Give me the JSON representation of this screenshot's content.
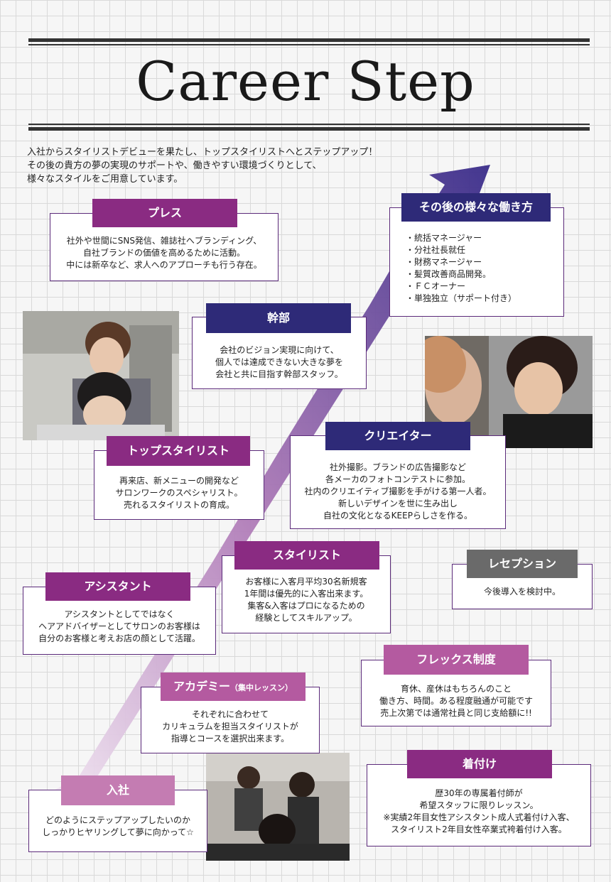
{
  "title": "Career Step",
  "intro": [
    "入社からスタイリストデビューを果たし、トップスタイリストへとステップアップ！",
    "その後の貴方の夢の実現のサポートや、働きやすい環境づくりとして、",
    "様々なスタイルをご用意しています。"
  ],
  "cards": {
    "press": {
      "label": "プレス",
      "lines": [
        "社外や世間にSNS発信、雑誌社へブランディング、",
        "自社ブランドの価値を高めるために活動。",
        "中には新卒など、求人へのアプローチも行う存在。"
      ]
    },
    "after": {
      "label": "その後の様々な働き方",
      "lines": [
        "・統括マネージャー",
        "・分社社長就任",
        "・財務マネージャー",
        "・髪質改善商品開発。",
        "・ＦＣオーナー",
        "・単独独立（サポート付き）"
      ]
    },
    "kanbu": {
      "label": "幹部",
      "lines": [
        "会社のビジョン実現に向けて、",
        "個人では達成できない大きな夢を",
        "会社と共に目指す幹部スタッフ。"
      ]
    },
    "top": {
      "label": "トップスタイリスト",
      "lines": [
        "再来店、新メニューの開発など",
        "サロンワークのスペシャリスト。",
        "売れるスタイリストの育成。"
      ]
    },
    "creator": {
      "label": "クリエイター",
      "lines": [
        "社外撮影。ブランドの広告撮影など",
        "各メーカのフォトコンテストに参加。",
        "社内のクリエイティブ撮影を手がける第一人者。",
        "新しいデザインを世に生み出し",
        "自社の文化となるKEEPらしさを作る。"
      ]
    },
    "stylist": {
      "label": "スタイリスト",
      "lines": [
        "お客様に入客月平均30名新規客",
        "1年間は優先的に入客出来ます。",
        "集客&入客はプロになるための",
        "経験としてスキルアップ。"
      ]
    },
    "reception": {
      "label": "レセプション",
      "lines": [
        "今後導入を検討中。"
      ]
    },
    "assistant": {
      "label": "アシスタント",
      "lines": [
        "アシスタントとしてではなく",
        "ヘアアドバイザーとしてサロンのお客様は",
        "自分のお客様と考えお店の顔として活躍。"
      ]
    },
    "flex": {
      "label": "フレックス制度",
      "lines": [
        "育休、産休はもちろんのこと",
        "働き方、時間。ある程度融通が可能です",
        "売上次第では通常社員と同じ支給額に!!"
      ]
    },
    "academy": {
      "label": "アカデミー",
      "label_sub": "（集中レッスン）",
      "lines": [
        "それぞれに合わせて",
        "カリキュラムを担当スタイリストが",
        "指導とコースを選択出来ます。"
      ]
    },
    "kitsuke": {
      "label": "着付け",
      "lines": [
        "歴30年の専属着付師が",
        "希望スタッフに限りレッスン。",
        "※実績2年目女性アシスタント成人式着付け入客、",
        "スタイリスト2年目女性卒業式袴着付け入客。"
      ]
    },
    "nyusha": {
      "label": "入社",
      "lines": [
        "どのようにステップアップしたいのか",
        "しっかりヒヤリングして夢に向かって☆"
      ]
    }
  },
  "colors": {
    "plum": "#8a2b82",
    "navy": "#2e2a78",
    "gray": "#6a6a6a",
    "arrow_start": "#efe3f0",
    "arrow_end": "#3d2f8a"
  }
}
